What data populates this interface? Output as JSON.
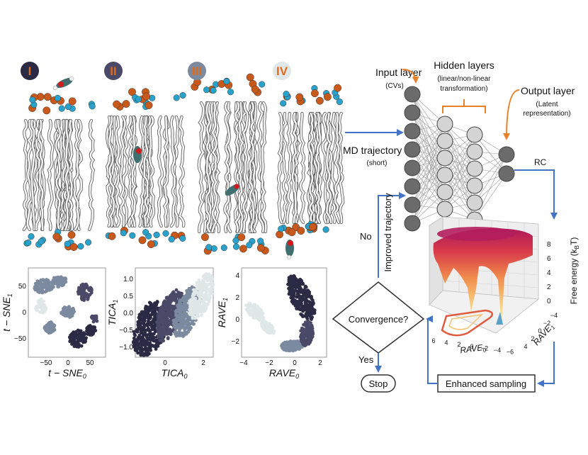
{
  "panels": [
    {
      "numeral": "I",
      "badge_color": "#2b2a44",
      "text_color": "#e06a1c"
    },
    {
      "numeral": "II",
      "badge_color": "#4a4a68",
      "text_color": "#e06a1c"
    },
    {
      "numeral": "III",
      "badge_color": "#7c8aa0",
      "text_color": "#e06a1c"
    },
    {
      "numeral": "IV",
      "badge_color": "#dfe8e6",
      "text_color": "#e06a1c"
    }
  ],
  "network": {
    "input_layer": "Input layer",
    "input_sub": "(CVs)",
    "hidden_layers": "Hidden layers",
    "hidden_sub1": "(linear/non-linear",
    "hidden_sub2": "transformation)",
    "output_layer": "Output layer",
    "output_sub1": "(Latent",
    "output_sub2": "representation)",
    "md_trajectory": "MD trajectory",
    "md_sub": "(short)",
    "rc": "RC"
  },
  "flow": {
    "no": "No",
    "yes": "Yes",
    "improved": "Improved trajectory",
    "convergence": "Convergence?",
    "stop": "Stop",
    "enhanced": "Enhanced sampling"
  },
  "surface": {
    "zlabel": "Free energy (k",
    "zlabel_sub": "B",
    "zlabel_end": "T)",
    "z_ticks": [
      "8",
      "6",
      "4",
      "2",
      "0"
    ],
    "x_label": "RAVE",
    "x_label_sub": "0",
    "x_ticks": [
      "6",
      "4",
      "2",
      "0",
      "−2",
      "−4",
      "−6"
    ],
    "y_label": "RAVE",
    "y_label_sub": "1",
    "y_ticks": [
      "4",
      "2",
      "0",
      "−2",
      "−4"
    ]
  },
  "scatter": [
    {
      "xlabel": "t − SNE",
      "xsub": "0",
      "ylabel": "t − SNE",
      "ysub": "1",
      "x_ticks": [
        "−50",
        "0",
        "50"
      ],
      "y_ticks": [
        "50",
        "0",
        "−50"
      ]
    },
    {
      "xlabel": "TICA",
      "xsub": "0",
      "ylabel": "TICA",
      "ysub": "1",
      "x_ticks": [
        "0",
        "2"
      ],
      "y_ticks": [
        "1.0",
        "0.5",
        "0.0",
        "−0.5",
        "−1.0"
      ]
    },
    {
      "xlabel": "RAVE",
      "xsub": "0",
      "ylabel": "RAVE",
      "ysub": "1",
      "x_ticks": [
        "−4",
        "−2",
        "0",
        "2"
      ],
      "y_ticks": [
        "4",
        "2",
        "0",
        "−2"
      ]
    }
  ],
  "colors": {
    "orange": "#e8822a",
    "blue": "#4472c4",
    "node_dark": "#6b6b6b",
    "node_light": "#d4d4d4"
  }
}
